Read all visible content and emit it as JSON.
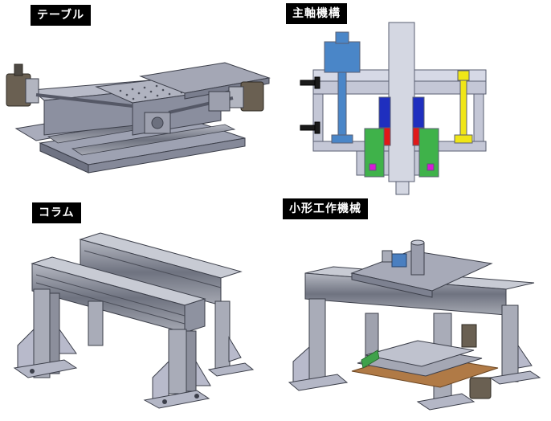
{
  "panels": [
    {
      "label": "テーブル"
    },
    {
      "label": "主軸機構"
    },
    {
      "label": "コラム"
    },
    {
      "label": "小形工作機械"
    }
  ]
}
